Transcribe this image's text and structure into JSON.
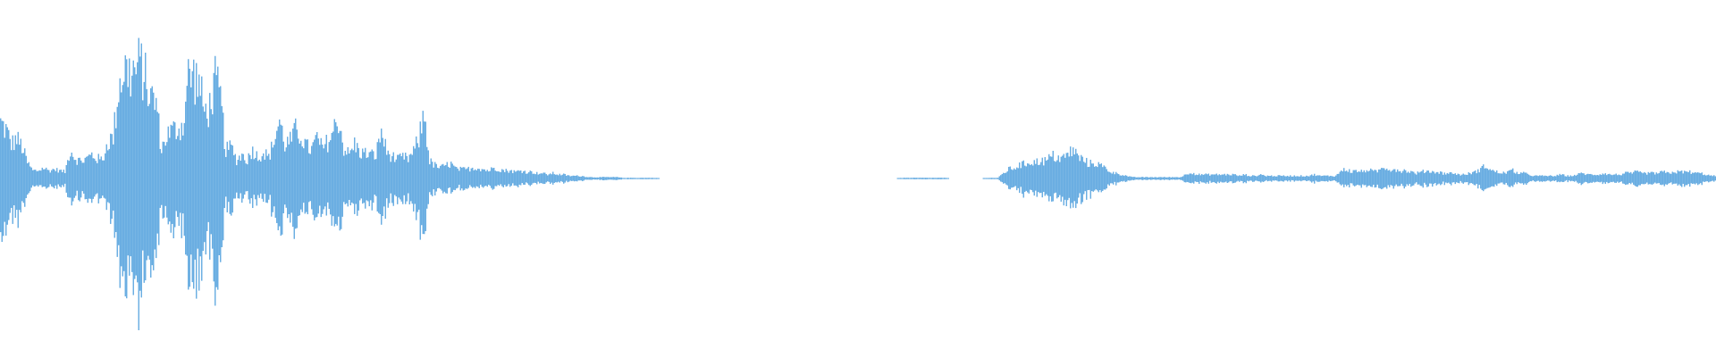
{
  "waveform": {
    "color": "#5fa8e0",
    "background": "#ffffff",
    "peaks": [
      0.42,
      0.37,
      0.26,
      0.3,
      0.24,
      0.12,
      0.06,
      0.06,
      0.08,
      0.06,
      0.07,
      0.06,
      0.05,
      0.22,
      0.15,
      0.13,
      0.15,
      0.18,
      0.15,
      0.14,
      0.28,
      0.31,
      0.69,
      0.84,
      0.79,
      0.81,
      0.87,
      0.75,
      0.61,
      0.58,
      0.22,
      0.33,
      0.36,
      0.38,
      0.4,
      0.77,
      0.78,
      0.72,
      0.5,
      0.54,
      0.73,
      0.6,
      0.21,
      0.24,
      0.14,
      0.18,
      0.14,
      0.22,
      0.16,
      0.2,
      0.16,
      0.29,
      0.44,
      0.26,
      0.28,
      0.36,
      0.33,
      0.24,
      0.22,
      0.31,
      0.22,
      0.28,
      0.35,
      0.46,
      0.23,
      0.18,
      0.26,
      0.2,
      0.19,
      0.18,
      0.18,
      0.36,
      0.2,
      0.17,
      0.14,
      0.16,
      0.15,
      0.2,
      0.3,
      0.5,
      0.13,
      0.1,
      0.08,
      0.1,
      0.11,
      0.07,
      0.07,
      0.07,
      0.08,
      0.08,
      0.07,
      0.06,
      0.08,
      0.07,
      0.06,
      0.06,
      0.05,
      0.06,
      0.05,
      0.05,
      0.04,
      0.04,
      0.03,
      0.04,
      0.03,
      0.03,
      0.02,
      0.02,
      0.02,
      0.015,
      0.01,
      0.01,
      0.01,
      0.01,
      0.01,
      0.01,
      0.005,
      0.005,
      0.005,
      0.005,
      0.005,
      0.005,
      0.005,
      0.0,
      0.0,
      0.0,
      0.0,
      0.0,
      0.0,
      0.0,
      0.0,
      0.0,
      0.0,
      0.0,
      0.0,
      0.0,
      0.0,
      0.0,
      0.0,
      0.0,
      0.0,
      0.0,
      0.0,
      0.0,
      0.0,
      0.0,
      0.0,
      0.0,
      0.0,
      0.0,
      0.0,
      0.0,
      0.0,
      0.0,
      0.0,
      0.0,
      0.0,
      0.0,
      0.0,
      0.0,
      0.0,
      0.0,
      0.0,
      0.0,
      0.0,
      0.0,
      0.0,
      0.0,
      0.005,
      0.005,
      0.005,
      0.005,
      0.005,
      0.005,
      0.005,
      0.005,
      0.005,
      0.0,
      0.0,
      0.0,
      0.0,
      0.0,
      0.0,
      0.0,
      0.005,
      0.005,
      0.005,
      0.04,
      0.07,
      0.08,
      0.1,
      0.11,
      0.13,
      0.12,
      0.14,
      0.13,
      0.17,
      0.16,
      0.15,
      0.18,
      0.22,
      0.16,
      0.14,
      0.11,
      0.12,
      0.1,
      0.08,
      0.05,
      0.04,
      0.03,
      0.02,
      0.01,
      0.01,
      0.01,
      0.01,
      0.01,
      0.01,
      0.01,
      0.01,
      0.01,
      0.01,
      0.03,
      0.05,
      0.03,
      0.03,
      0.03,
      0.03,
      0.03,
      0.03,
      0.03,
      0.03,
      0.02,
      0.03,
      0.02,
      0.02,
      0.03,
      0.02,
      0.02,
      0.02,
      0.02,
      0.02,
      0.02,
      0.02,
      0.02,
      0.02,
      0.03,
      0.02,
      0.02,
      0.02,
      0.02,
      0.06,
      0.07,
      0.05,
      0.06,
      0.05,
      0.07,
      0.05,
      0.06,
      0.09,
      0.07,
      0.07,
      0.06,
      0.06,
      0.05,
      0.04,
      0.05,
      0.06,
      0.05,
      0.05,
      0.04,
      0.04,
      0.04,
      0.03,
      0.03,
      0.04,
      0.05,
      0.07,
      0.1,
      0.06,
      0.05,
      0.04,
      0.05,
      0.06,
      0.04,
      0.04,
      0.03,
      0.02,
      0.02,
      0.02,
      0.02,
      0.02,
      0.03,
      0.02,
      0.02,
      0.03,
      0.04,
      0.03,
      0.03,
      0.03,
      0.04,
      0.03,
      0.03,
      0.03,
      0.04,
      0.04,
      0.05,
      0.04,
      0.04,
      0.04,
      0.04,
      0.05,
      0.04,
      0.05,
      0.05,
      0.05,
      0.05,
      0.04,
      0.04,
      0.03,
      0.02
    ]
  }
}
